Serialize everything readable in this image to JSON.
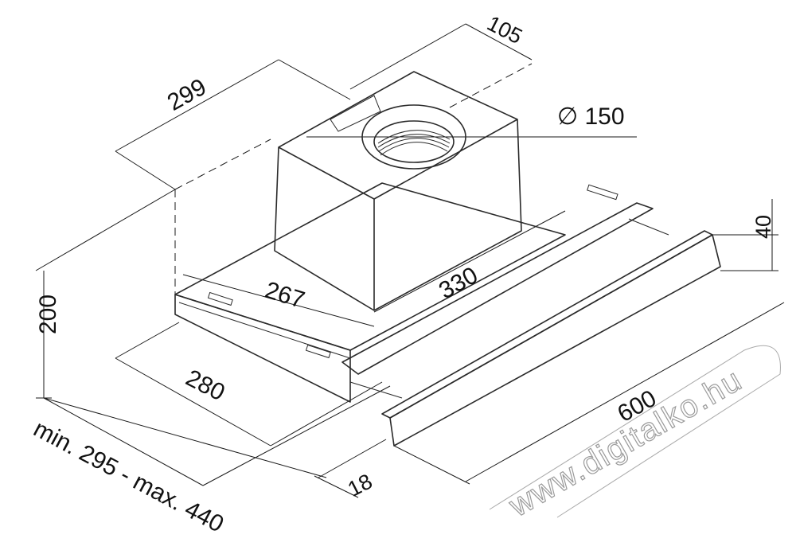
{
  "dimensions": {
    "width": "600",
    "depth_min_max": "min. 295 - max. 440",
    "depth_fixed": "280",
    "height": "200",
    "module_depth": "299",
    "offset": "105",
    "duct": "∅ 150",
    "motor_width": "330",
    "motor_depth": "267",
    "front_height": "40",
    "front_thickness": "18"
  },
  "watermark": {
    "text": "www.digitalko.hu"
  }
}
